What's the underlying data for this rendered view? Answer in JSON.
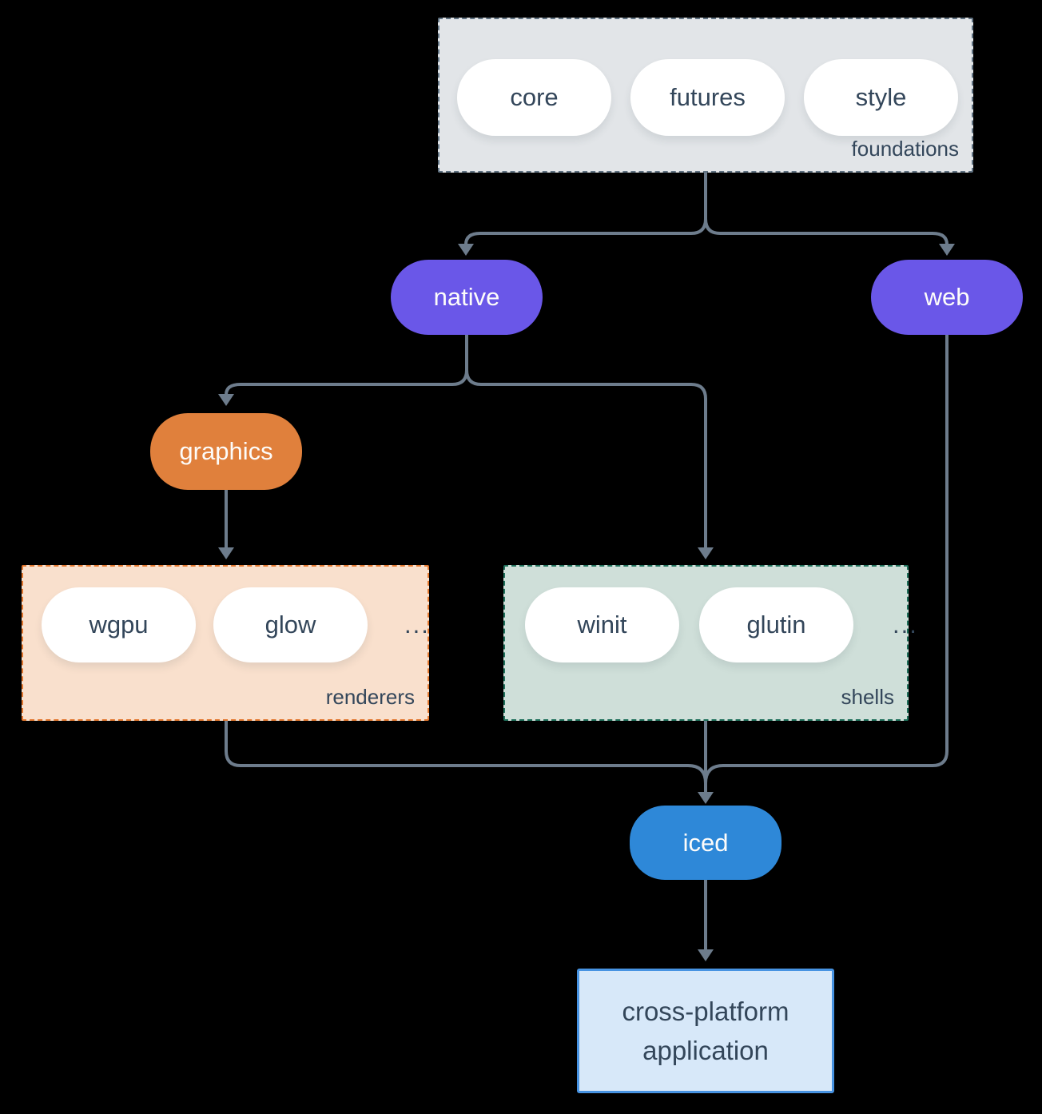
{
  "colors": {
    "background": "#000000",
    "connector": "#6d7c8c",
    "purple": "#6a57e8",
    "orange": "#e0803c",
    "blue": "#2e88d8",
    "foundations_fill": "#e2e5e8",
    "foundations_border": "#5f7181",
    "renderers_fill": "#f9e0cd",
    "renderers_border": "#e2772e",
    "shells_fill": "#cfdfd9",
    "shells_border": "#1f705b",
    "app_fill": "#d7e8f9",
    "app_border": "#4793e2",
    "dark_text": "#33465a"
  },
  "groups": {
    "foundations": {
      "label": "foundations",
      "pills": [
        "core",
        "futures",
        "style"
      ]
    },
    "renderers": {
      "label": "renderers",
      "pills": [
        "wgpu",
        "glow"
      ],
      "more": "..."
    },
    "shells": {
      "label": "shells",
      "pills": [
        "winit",
        "glutin"
      ],
      "more": "..."
    }
  },
  "nodes": {
    "native": "native",
    "web": "web",
    "graphics": "graphics",
    "iced": "iced"
  },
  "application": {
    "line1": "cross-platform",
    "line2": "application"
  }
}
